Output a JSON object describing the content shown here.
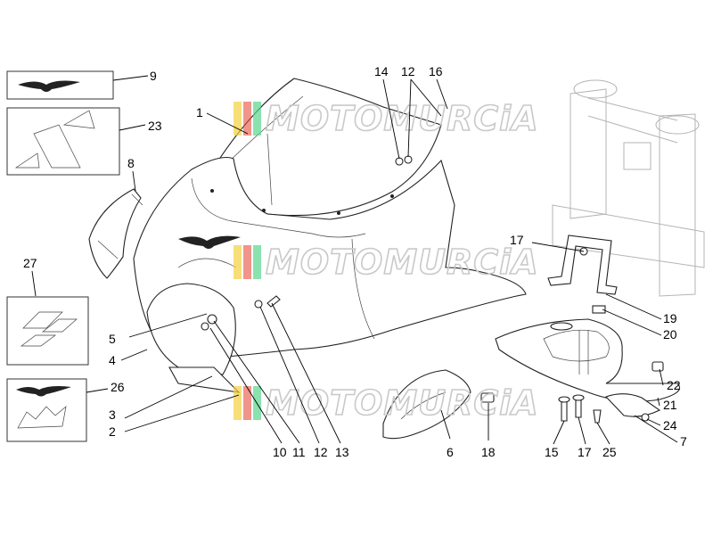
{
  "watermark": {
    "text": "MOTOMURCiA",
    "stripe_colors": [
      "#f4d03f",
      "#e74c3c",
      "#58d68d"
    ]
  },
  "callouts": [
    {
      "id": "1",
      "text": "1"
    },
    {
      "id": "2",
      "text": "2"
    },
    {
      "id": "3",
      "text": "3"
    },
    {
      "id": "4",
      "text": "4"
    },
    {
      "id": "5",
      "text": "5"
    },
    {
      "id": "6",
      "text": "6"
    },
    {
      "id": "7",
      "text": "7"
    },
    {
      "id": "8",
      "text": "8"
    },
    {
      "id": "9",
      "text": "9"
    },
    {
      "id": "10",
      "text": "10"
    },
    {
      "id": "11",
      "text": "11"
    },
    {
      "id": "12a",
      "text": "12"
    },
    {
      "id": "12b",
      "text": "12"
    },
    {
      "id": "13",
      "text": "13"
    },
    {
      "id": "14",
      "text": "14"
    },
    {
      "id": "15",
      "text": "15"
    },
    {
      "id": "16",
      "text": "16"
    },
    {
      "id": "17a",
      "text": "17"
    },
    {
      "id": "17b",
      "text": "17"
    },
    {
      "id": "18",
      "text": "18"
    },
    {
      "id": "19",
      "text": "19"
    },
    {
      "id": "20",
      "text": "20"
    },
    {
      "id": "21",
      "text": "21"
    },
    {
      "id": "22",
      "text": "22"
    },
    {
      "id": "23",
      "text": "23"
    },
    {
      "id": "24",
      "text": "24"
    },
    {
      "id": "25",
      "text": "25"
    },
    {
      "id": "26",
      "text": "26"
    },
    {
      "id": "27",
      "text": "27"
    }
  ]
}
